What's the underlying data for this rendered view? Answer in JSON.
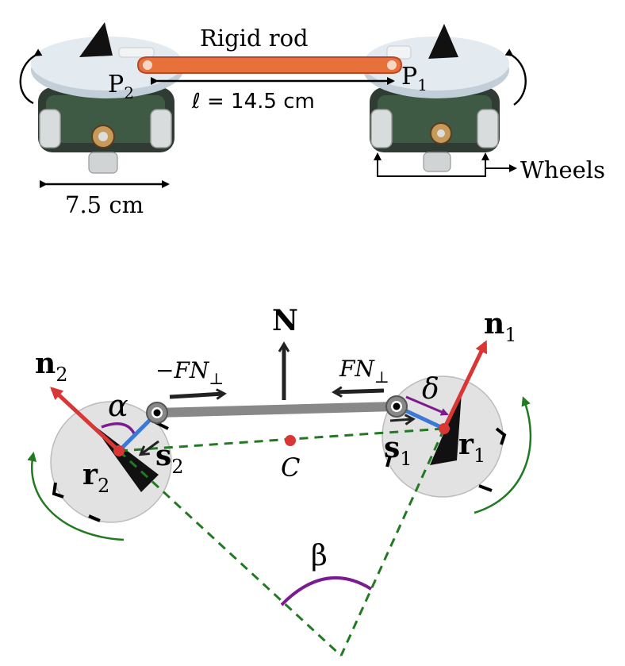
{
  "photo": {
    "rod_label": "Rigid rod",
    "pivot_right": {
      "base": "P",
      "sub": "1"
    },
    "pivot_left": {
      "base": "P",
      "sub": "2"
    },
    "length_label": "ℓ = 14.5 cm",
    "diameter_label": "7.5 cm",
    "wheels_label": "Wheels"
  },
  "schematic": {
    "normal": "N",
    "n1": {
      "base": "n",
      "sub": "1"
    },
    "n2": {
      "base": "n",
      "sub": "2"
    },
    "force_left": {
      "base": "−FN",
      "sub": "⊥"
    },
    "force_right": {
      "base": "FN",
      "sub": "⊥"
    },
    "r1": {
      "base": "r",
      "sub": "1"
    },
    "r2": {
      "base": "r",
      "sub": "2"
    },
    "s1": {
      "base": "s",
      "sub": "1"
    },
    "s2": {
      "base": "s",
      "sub": "2"
    },
    "alpha": "α",
    "beta": "β",
    "delta": "δ",
    "center": "C"
  },
  "colors": {
    "rod": "#e8703a",
    "red": "#d93636",
    "blue": "#3c78d8",
    "green": "#217a21",
    "purple": "#7b1b8f",
    "gray_rod": "#888888",
    "disc": "#e2e2e2"
  }
}
